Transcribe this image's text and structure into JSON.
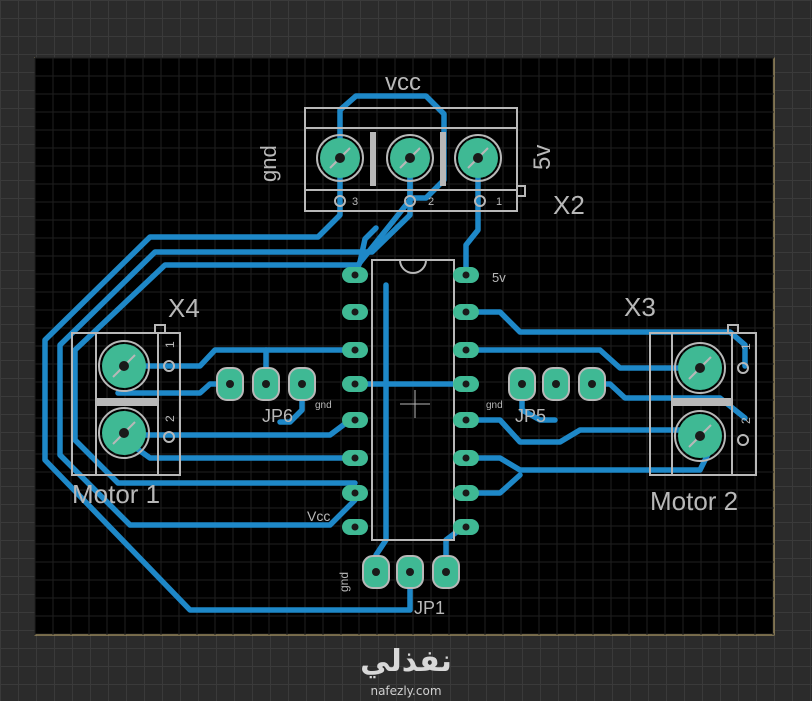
{
  "board": {
    "labels": {
      "vcc_top": "vcc",
      "gnd_top": "gnd",
      "five_v_top": "5v",
      "x2": "X2",
      "x2_pin1": "1",
      "x2_pin2": "2",
      "x2_pin3": "3",
      "x4": "X4",
      "x3": "X3",
      "motor1": "Motor 1",
      "motor2": "Motor 2",
      "jp6": "JP6",
      "jp5": "JP5",
      "jp1": "JP1",
      "gnd_jp6": "gnd",
      "gnd_jp5": "gnd",
      "gnd_jp1": "gnd",
      "five_v_ic": "5v",
      "vcc_ic": "Vcc",
      "x4_pin1": "1",
      "x4_pin2": "2",
      "x3_pin1": "1",
      "x3_pin2": "2"
    },
    "colors": {
      "trace": "#1e88c8",
      "pad": "#3fb994",
      "silkscreen": "#b8b8b8",
      "board": "#000000",
      "outline": "#c8b070"
    }
  },
  "watermark": {
    "arabic": "نفذلي",
    "url": "nafezly.com"
  }
}
